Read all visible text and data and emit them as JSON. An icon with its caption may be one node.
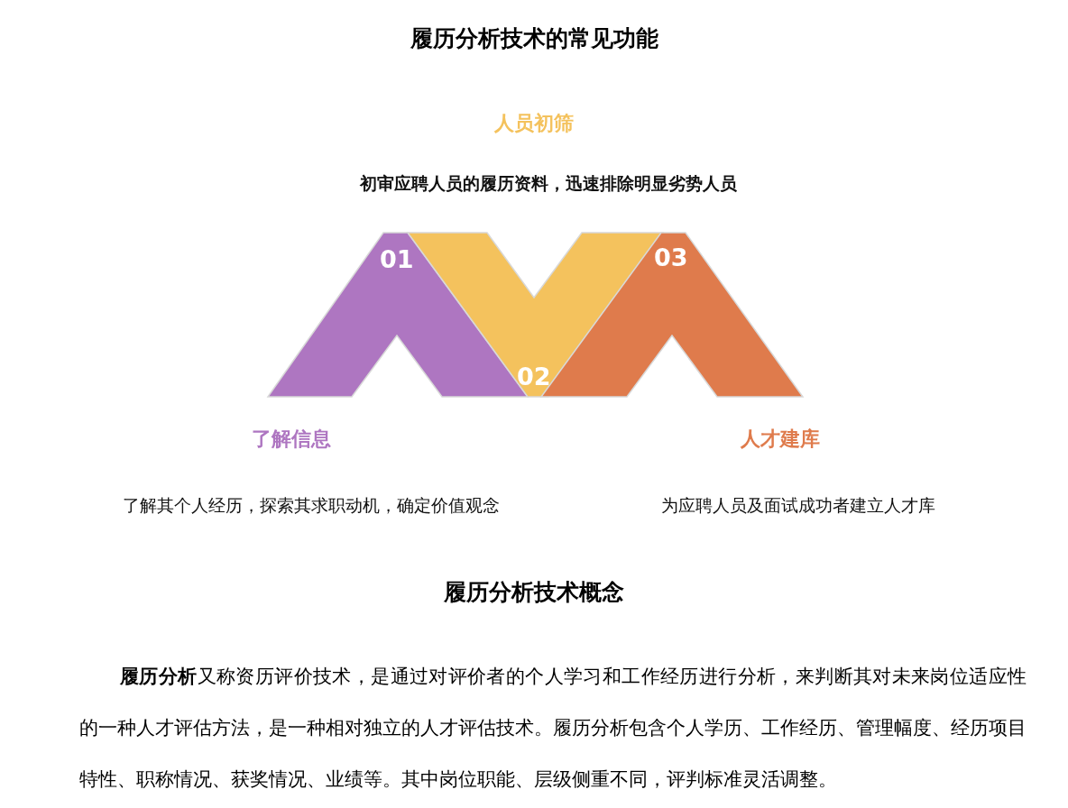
{
  "diagram": {
    "title": "履历分析技术的常见功能",
    "nodes": [
      {
        "text": [
          "01"
        ],
        "beside": [
          "了解信息",
          "了解其个人经历，探索其求职动机，确定价值观念"
        ]
      },
      {
        "text": [
          "02"
        ],
        "beside": [
          "人员初筛",
          "初审应聘人员的履历资料，迅速排除明显劣势人员"
        ]
      },
      {
        "text": [
          "03"
        ],
        "beside": [
          "人才建库",
          "为应聘人员及面试成功者建立人才库"
        ]
      }
    ],
    "edges": [],
    "labels": [
      "履历分析技术概念",
      "**履历分析**又称资历评价技术，是通过对评价者的个人学习和工作经历进行分析，来判断其对未来岗位适应性的一种人才评估方法，是一种相对独立的人才评估技术。履历分析包含个人学历、工作经历、管理幅度、经历项目特性、职称情况、获奖情况、业绩等。其中岗位职能、层级侧重不同，评判标准灵活调整。"
    ]
  }
}
